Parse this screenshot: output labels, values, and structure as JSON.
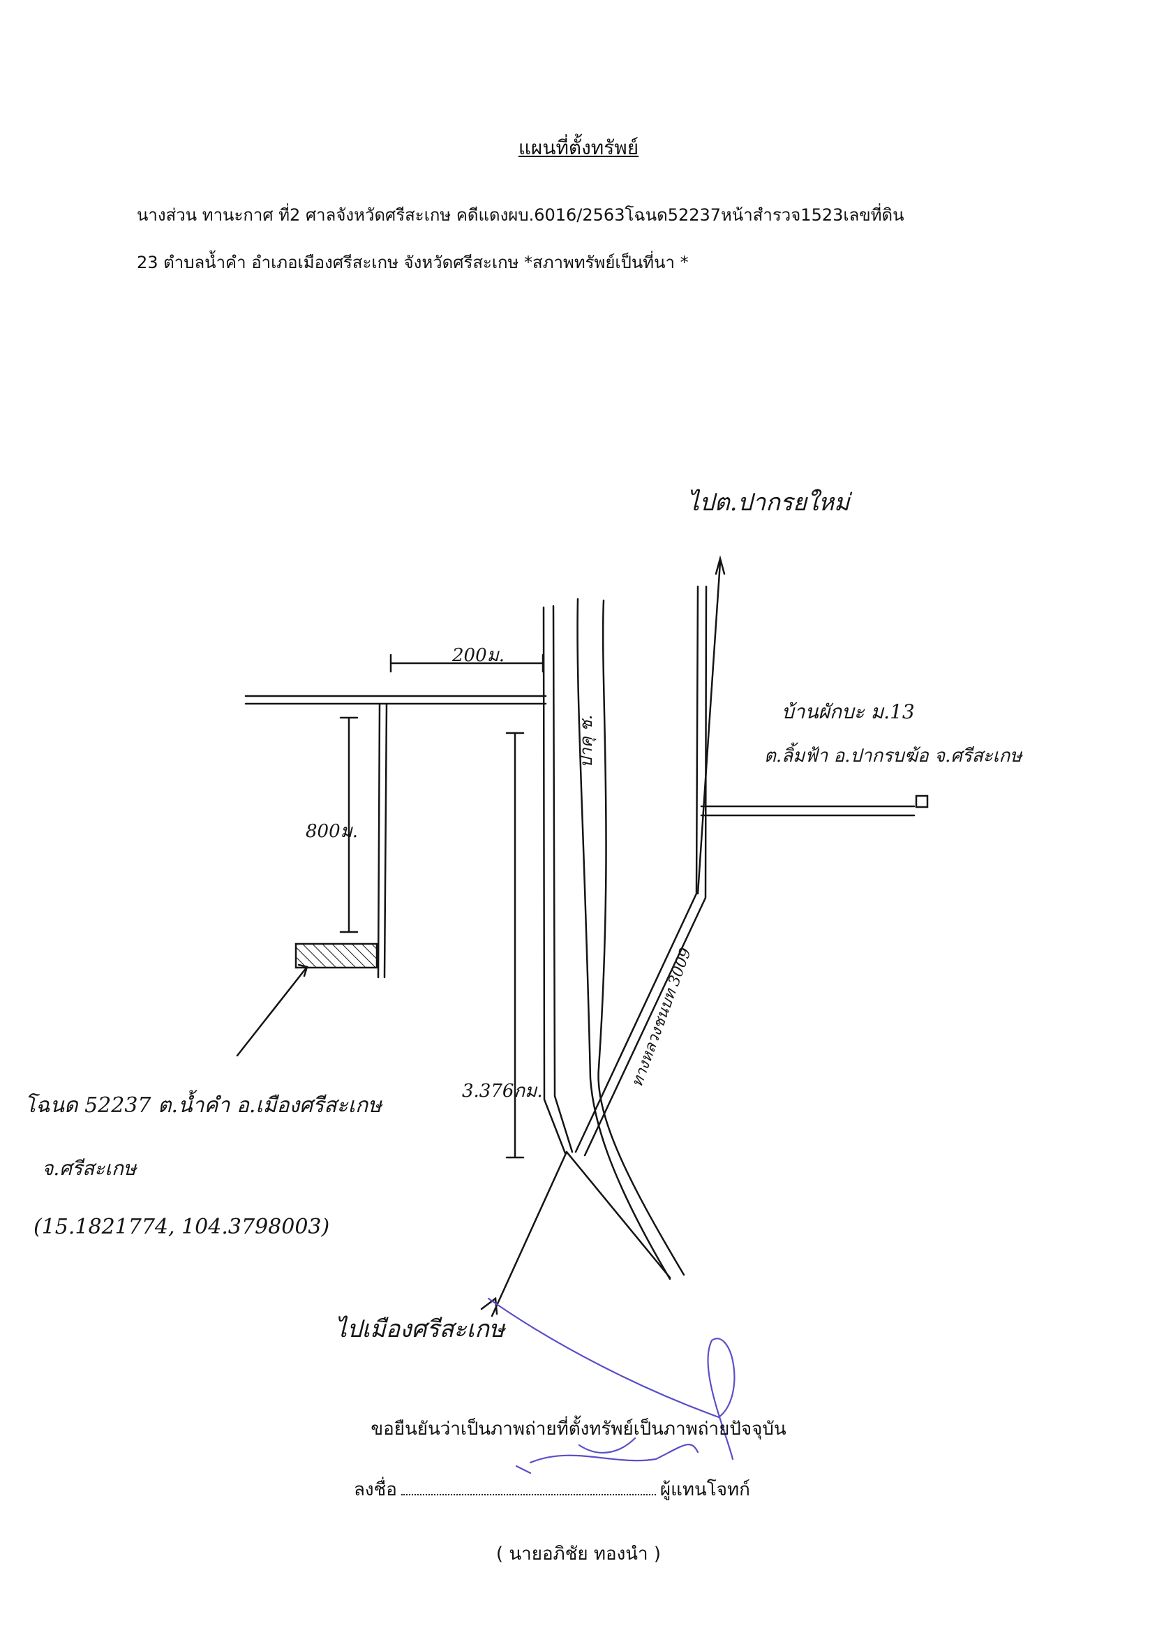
{
  "document": {
    "title": "แผนที่ตั้งทรัพย์",
    "line1": "นางส่วน ทานะกาศ  ที่2 ศาลจังหวัดศรีสะเกษ คดีแดงผบ.6016/2563โฉนด52237หน้าสำรวจ1523เลขที่ดิน",
    "line2": "23 ตำบลน้ำคำ   อำเภอเมืองศรีสะเกษ  จังหวัดศรีสะเกษ   *สภาพทรัพย์เป็นที่นา *"
  },
  "map": {
    "top_destination": "ไปต.ปากรยใหม่",
    "village": "บ้านผักบะ ม.13",
    "village_sub": "ต.ลิ้มฟ้า อ.ปากรบฆ้อ จ.ศรีสะเกษ",
    "distance_top": "200ม.",
    "distance_left": "800ม.",
    "distance_road": "3.376กม.",
    "canal": "ปาคุ ช.",
    "road_number": "ทางหลวงชนบท 3009",
    "parcel_line1": "โฉนด 52237 ต.น้ำคำ อ.เมืองศรีสะเกษ",
    "parcel_line2": "จ.ศรีสะเกษ",
    "coordinates": "(15.1821774, 104.3798003)",
    "bottom_destination": "ไปเมืองศรีสะเกษ"
  },
  "footer": {
    "confirm": "ขอยืนยันว่าเป็นภาพถ่ายที่ตั้งทรัพย์เป็นภาพถ่ายปัจจุบัน",
    "sign_label": "ลงชื่อ",
    "sign_role": "ผู้แทนโจทก์",
    "signer": "(  นายอภิชัย    ทองนำ  )"
  },
  "colors": {
    "ink": "#151515",
    "signature": "#5a4fc8"
  }
}
